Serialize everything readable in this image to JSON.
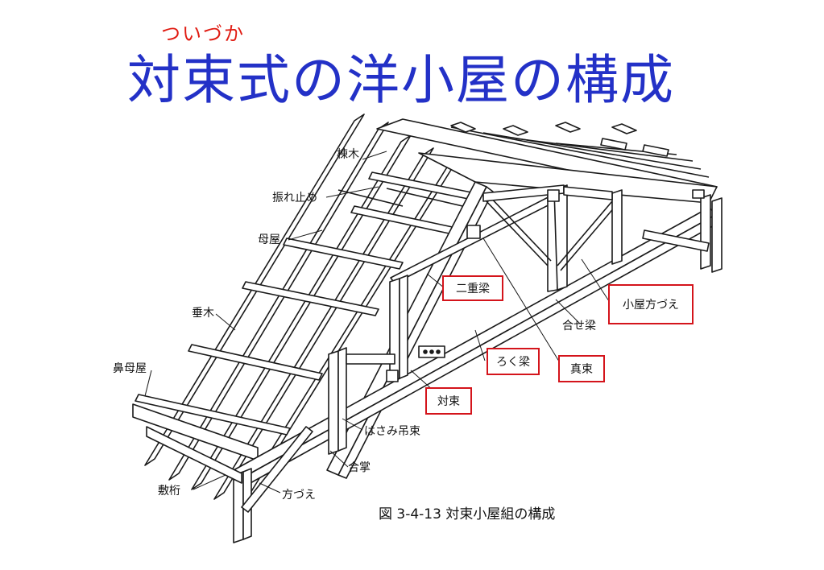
{
  "title": {
    "ruby": "ついづか",
    "main": "対束式の洋小屋の構成"
  },
  "labels": {
    "munagi": "棟木",
    "furedome": "振れ止め",
    "moya": "母屋",
    "taruki": "垂木",
    "hanamoya": "鼻母屋",
    "shigeta": "敷桁",
    "hozue": "方づえ",
    "gassho": "合掌",
    "hasami_tsurizuka": "はさみ吊束",
    "awase_bari": "合せ梁"
  },
  "boxed_labels": {
    "nijubari": "二重梁",
    "koya_hozue": "小屋方づえ",
    "rokubari": "ろく梁",
    "shinzuka": "真束",
    "tsuizuka": "対束"
  },
  "caption": "図 3-4-13 対束小屋組の構成",
  "colors": {
    "title": "#2331c7",
    "ruby": "#e01b12",
    "highlight_box": "#d4141b",
    "line": "#1a1a1a"
  }
}
